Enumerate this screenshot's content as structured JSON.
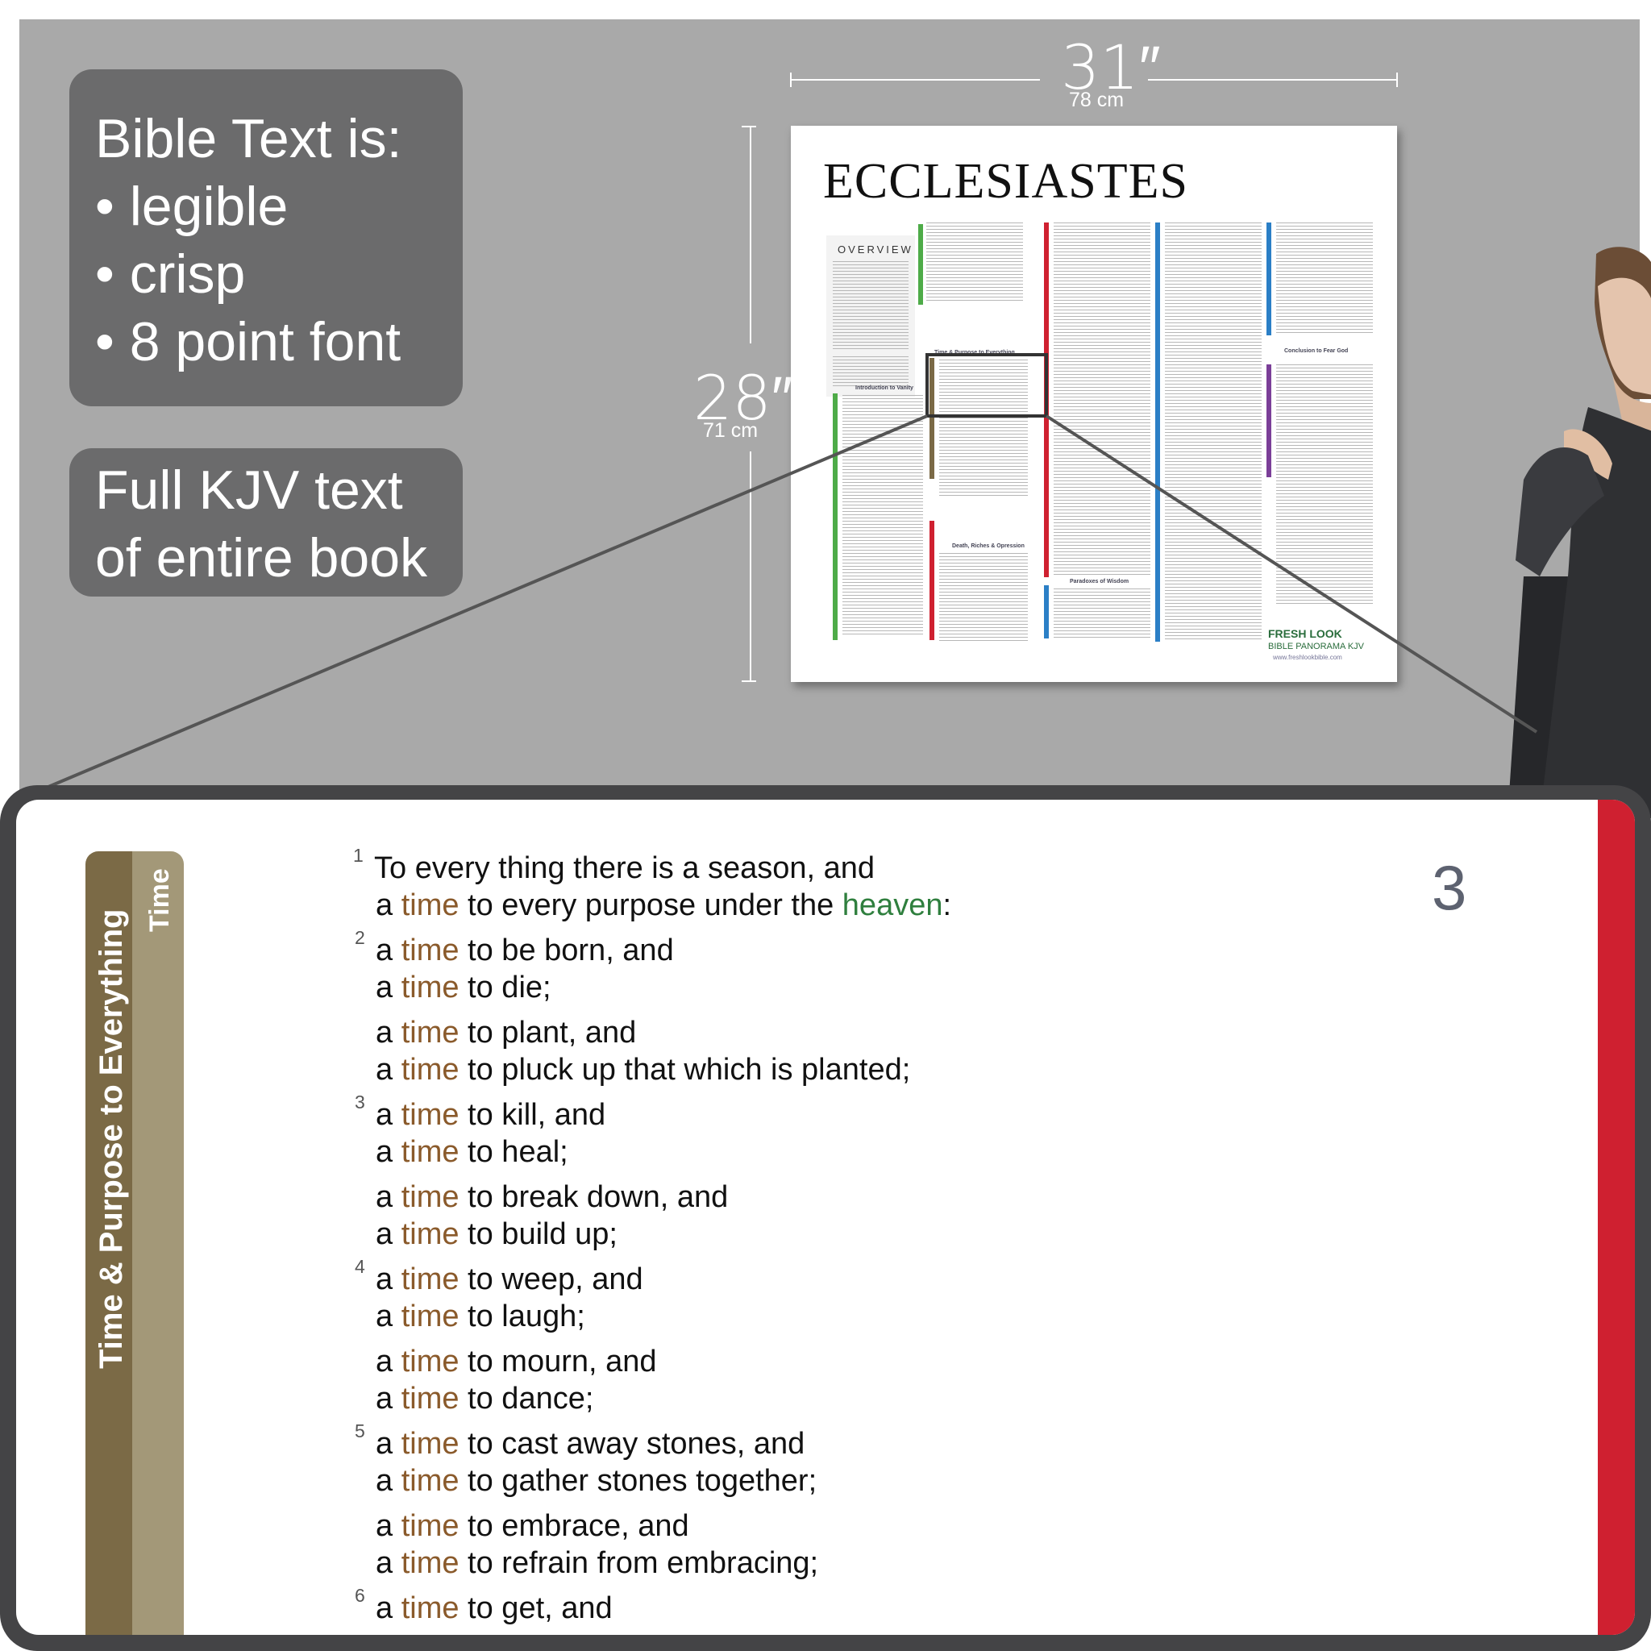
{
  "callouts": {
    "legibility": {
      "heading": "Bible Text is:",
      "bullets": [
        "• legible",
        "• crisp",
        "• 8 point font"
      ]
    },
    "kjv": {
      "lines": [
        "Full KJV text",
        "of entire book"
      ]
    }
  },
  "dimensions": {
    "width_in": "31″",
    "width_cm": "78 cm",
    "height_in": "28″",
    "height_cm": "71 cm"
  },
  "poster": {
    "title": "ECCLESIASTES",
    "overview": "OVERVIEW",
    "sections": [
      "Introduction to Vanity",
      "Time & Purpose to Everything",
      "Death, Riches & Opression",
      "Paradoxes of Wisdom",
      "Conclusion to Fear God"
    ],
    "logo_main": "FRESH LOOK",
    "logo_sub": "BIBLE PANORAMA KJV",
    "logo_url": "www.freshlookbible.com"
  },
  "zoom": {
    "section_title": "Time & Purpose to Everything",
    "subsection": "Time",
    "chapter": "3",
    "verse_numbers": [
      {
        "n": "1",
        "line": 0
      },
      {
        "n": "2",
        "line": 2
      },
      {
        "n": "3",
        "line": 6
      },
      {
        "n": "4",
        "line": 10
      },
      {
        "n": "5",
        "line": 14
      },
      {
        "n": "6",
        "line": 18
      }
    ],
    "lines": [
      {
        "pre": "To every thing there is a season, and",
        "time": "",
        "post": "",
        "heaven": "",
        "end": ""
      },
      {
        "pre": "a ",
        "time": "time",
        "post": " to every purpose under the ",
        "heaven": "heaven",
        "end": ":"
      },
      {
        "pre": "a ",
        "time": "time",
        "post": " to be born, and",
        "heaven": "",
        "end": ""
      },
      {
        "pre": "a ",
        "time": "time",
        "post": " to die;",
        "heaven": "",
        "end": ""
      },
      {
        "pre": "a ",
        "time": "time",
        "post": " to plant, and",
        "heaven": "",
        "end": ""
      },
      {
        "pre": "a ",
        "time": "time",
        "post": " to pluck up that which is planted;",
        "heaven": "",
        "end": ""
      },
      {
        "pre": "a ",
        "time": "time",
        "post": " to kill, and",
        "heaven": "",
        "end": ""
      },
      {
        "pre": "a ",
        "time": "time",
        "post": " to heal;",
        "heaven": "",
        "end": ""
      },
      {
        "pre": "a ",
        "time": "time",
        "post": " to break down, and",
        "heaven": "",
        "end": ""
      },
      {
        "pre": "a ",
        "time": "time",
        "post": " to build up;",
        "heaven": "",
        "end": ""
      },
      {
        "pre": "a ",
        "time": "time",
        "post": " to weep, and",
        "heaven": "",
        "end": ""
      },
      {
        "pre": "a ",
        "time": "time",
        "post": " to laugh;",
        "heaven": "",
        "end": ""
      },
      {
        "pre": "a ",
        "time": "time",
        "post": " to mourn, and",
        "heaven": "",
        "end": ""
      },
      {
        "pre": "a ",
        "time": "time",
        "post": " to dance;",
        "heaven": "",
        "end": ""
      },
      {
        "pre": "a ",
        "time": "time",
        "post": " to cast away stones, and",
        "heaven": "",
        "end": ""
      },
      {
        "pre": "a ",
        "time": "time",
        "post": " to gather stones together;",
        "heaven": "",
        "end": ""
      },
      {
        "pre": "a ",
        "time": "time",
        "post": " to embrace, and",
        "heaven": "",
        "end": ""
      },
      {
        "pre": "a ",
        "time": "time",
        "post": " to refrain from embracing;",
        "heaven": "",
        "end": ""
      },
      {
        "pre": "a ",
        "time": "time",
        "post": " to get, and",
        "heaven": "",
        "end": ""
      }
    ]
  },
  "colors": {
    "wall": "#a9a9a9",
    "callout_bg": "#6b6b6c",
    "time_word": "#8a5a2b",
    "heaven_word": "#2f7f3e",
    "chapter_bar": "#cf2030",
    "side_dark": "#7b6a46",
    "side_light": "#a39878"
  },
  "icons": {
    "person": "man-thinking-illustration",
    "logo": "fresh-look-ring-icon"
  }
}
